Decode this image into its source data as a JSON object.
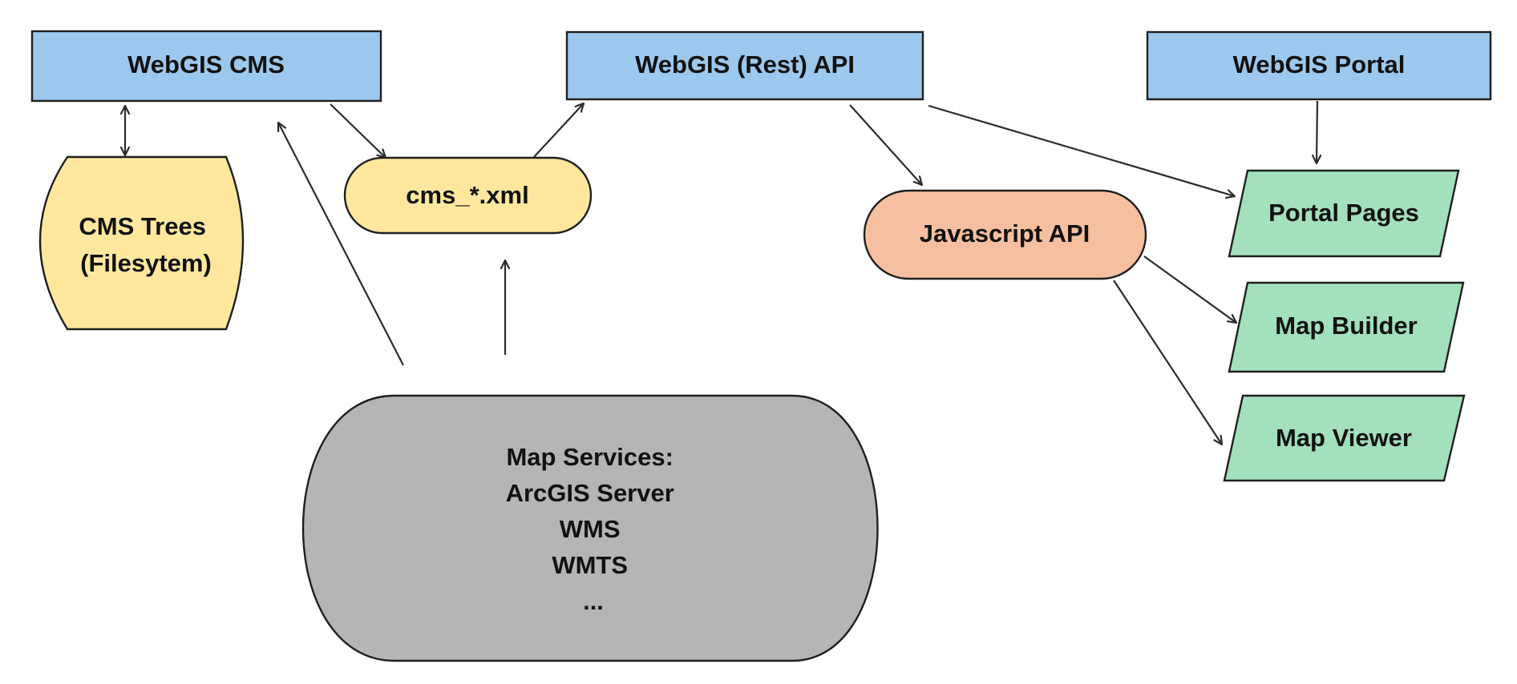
{
  "colors": {
    "blue_box": "#9dc8ee",
    "yellow_node": "#ffe89e",
    "orange_node": "#f6c0a0",
    "green_node": "#a3e0bc",
    "gray_node": "#b5b5b5",
    "stroke": "#1f1f1f",
    "arrow": "#2b2b2b"
  },
  "nodes": {
    "webgis_cms": {
      "label": "WebGIS CMS"
    },
    "webgis_rest_api": {
      "label": "WebGIS (Rest) API"
    },
    "webgis_portal": {
      "label": "WebGIS Portal"
    },
    "cms_trees": {
      "lines": [
        "CMS Trees",
        "(Filesytem)"
      ]
    },
    "cms_xml": {
      "label": "cms_*.xml"
    },
    "javascript_api": {
      "label": "Javascript API"
    },
    "portal_pages": {
      "label": "Portal Pages"
    },
    "map_builder": {
      "label": "Map Builder"
    },
    "map_viewer": {
      "label": "Map Viewer"
    },
    "map_services": {
      "lines": [
        "Map Services:",
        "ArcGIS Server",
        "WMS",
        "WMTS",
        "..."
      ]
    }
  },
  "edges": [
    {
      "from": "webgis_cms",
      "to": "cms_trees",
      "bidirectional": true
    },
    {
      "from": "webgis_cms",
      "to": "cms_xml"
    },
    {
      "from": "cms_xml",
      "to": "webgis_rest_api"
    },
    {
      "from": "map_services",
      "to": "webgis_cms"
    },
    {
      "from": "map_services",
      "to": "cms_xml"
    },
    {
      "from": "webgis_rest_api",
      "to": "javascript_api"
    },
    {
      "from": "webgis_rest_api",
      "to": "portal_pages"
    },
    {
      "from": "webgis_portal",
      "to": "portal_pages"
    },
    {
      "from": "javascript_api",
      "to": "map_builder"
    },
    {
      "from": "javascript_api",
      "to": "map_viewer"
    }
  ]
}
